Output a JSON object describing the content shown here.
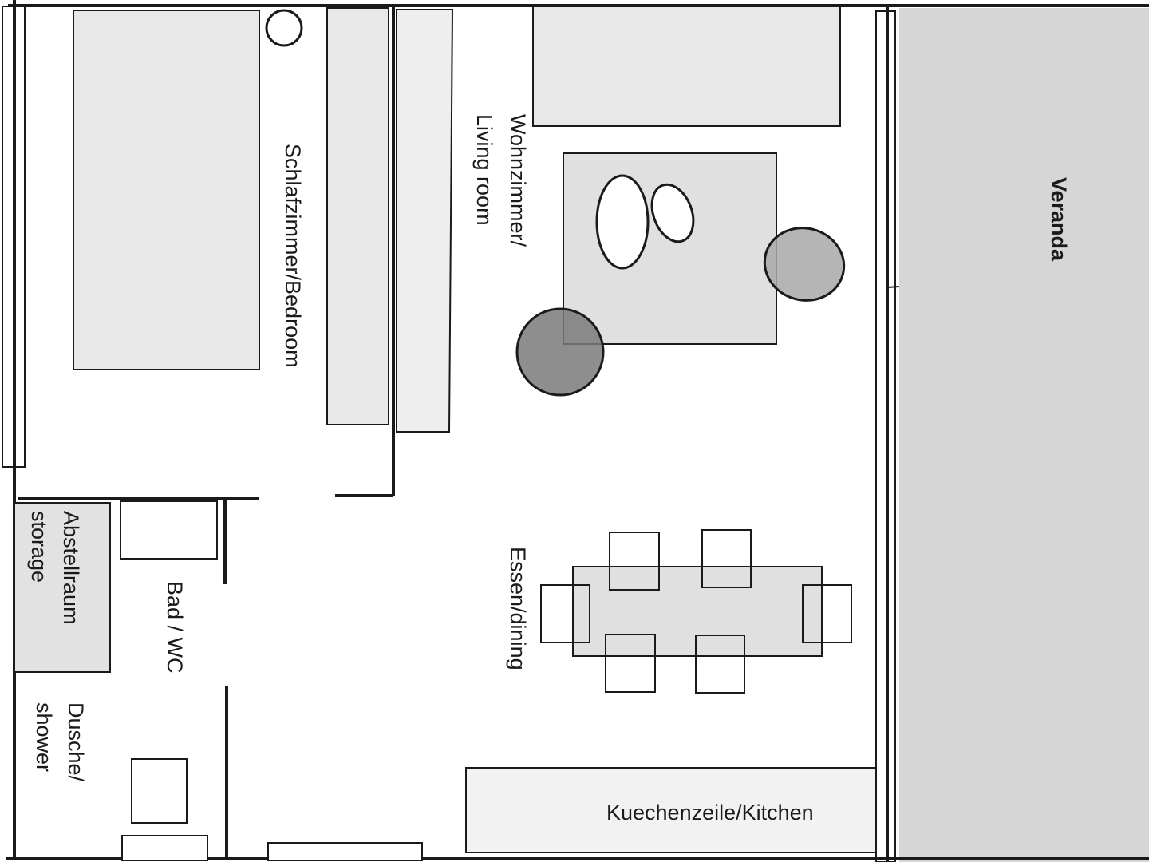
{
  "rooms": {
    "bedroom": "Schlafzimmer/Bedroom",
    "living_line1": "Wohnzimmer/",
    "living_line2": "Living room",
    "veranda": "Veranda",
    "dining": "Essen/dining",
    "storage_line1": "Abstellraum",
    "storage_line2": "storage",
    "bath": "Bad / WC",
    "shower_line1": "Dusche/",
    "shower_line2": "shower",
    "kitchen": "Kuechenzeile/Kitchen"
  },
  "colors": {
    "wall": "#1a1a1a",
    "veranda": "#d6d6d6",
    "furniture": "#e8e8e8",
    "dark_chair": "#7a7a7a",
    "light_chair": "#a8a8a8"
  }
}
